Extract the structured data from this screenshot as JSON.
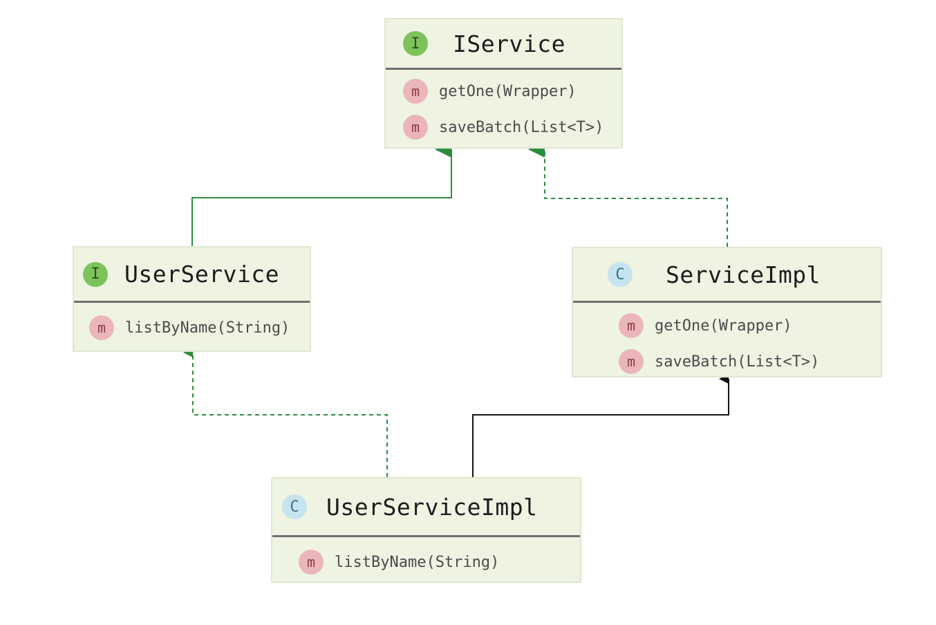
{
  "nodes": {
    "iservice": {
      "kind": "I",
      "name": "IService",
      "methods": [
        {
          "badge": "m",
          "label": "getOne(Wrapper)"
        },
        {
          "badge": "m",
          "label": "saveBatch(List<T>)"
        }
      ]
    },
    "user_service": {
      "kind": "I",
      "name": "UserService",
      "methods": [
        {
          "badge": "m",
          "label": "listByName(String)"
        }
      ]
    },
    "service_impl": {
      "kind": "C",
      "name": "ServiceImpl",
      "methods": [
        {
          "badge": "m",
          "label": "getOne(Wrapper)"
        },
        {
          "badge": "m",
          "label": "saveBatch(List<T>)"
        }
      ]
    },
    "user_service_impl": {
      "kind": "C",
      "name": "UserServiceImpl",
      "methods": [
        {
          "badge": "m",
          "label": "listByName(String)"
        }
      ]
    }
  },
  "edges": [
    {
      "from": "UserService",
      "to": "IService",
      "relation": "extends"
    },
    {
      "from": "ServiceImpl",
      "to": "IService",
      "relation": "implements"
    },
    {
      "from": "UserServiceImpl",
      "to": "UserService",
      "relation": "implements"
    },
    {
      "from": "UserServiceImpl",
      "to": "ServiceImpl",
      "relation": "extends"
    }
  ],
  "colors": {
    "node_fill": "#eef3e2",
    "interface_badge": "#7cc35a",
    "class_badge": "#c6e3ef",
    "method_badge": "#eab6ba",
    "edge_green": "#2e8b3e",
    "edge_black": "#111111"
  }
}
